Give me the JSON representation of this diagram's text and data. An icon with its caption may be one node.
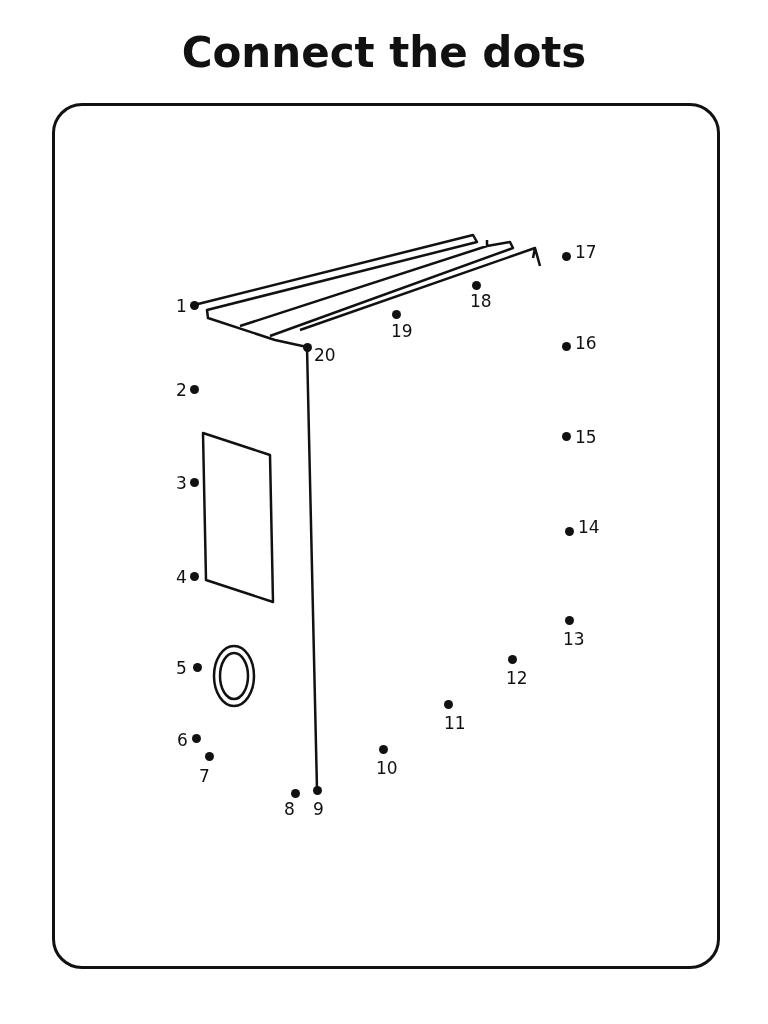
{
  "diagram": {
    "title": "Connect the dots",
    "labels": [
      "1",
      "2",
      "3",
      "4",
      "5",
      "6",
      "7",
      "8",
      "9",
      "10",
      "11",
      "12",
      "13",
      "14",
      "15",
      "16",
      "17",
      "18",
      "19",
      "20"
    ]
  }
}
